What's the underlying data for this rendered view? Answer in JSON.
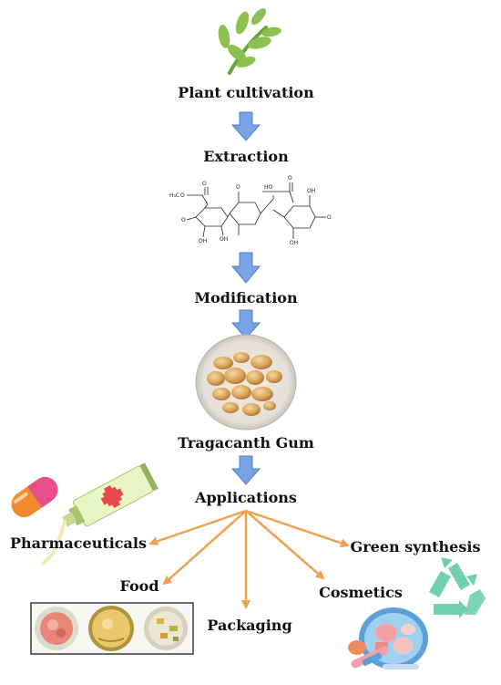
{
  "steps": {
    "cultivation": "Plant cultivation",
    "extraction": "Extraction",
    "modification": "Modification",
    "gum": "Tragacanth Gum",
    "applications": "Applications"
  },
  "applications": {
    "pharmaceuticals": "Pharmaceuticals",
    "food": "Food",
    "packaging": "Packaging",
    "cosmetics": "Cosmetics",
    "green_synthesis": "Green synthesis"
  },
  "chemical_structure": {
    "labels": [
      "H3C",
      "O",
      "O",
      "OH",
      "OH",
      "HO",
      "OH",
      "H",
      "O",
      "O",
      "O",
      "O"
    ]
  },
  "colors": {
    "down_arrow": "#7aa3e5",
    "down_arrow_stroke": "#4f7fc9",
    "branch_arrow": "#f0a050",
    "leaf": "#8cc152",
    "recycle": "#6fcfb0"
  },
  "icons": {
    "plant": "plant-sprig-icon",
    "pill": "capsule-pill-icon",
    "ointment": "ointment-tube-icon",
    "food_photos": "food-dishes-photo",
    "gum_photo": "tragacanth-gum-photo",
    "recycle": "recycle-icon",
    "cosmetics": "makeup-compact-icon"
  }
}
